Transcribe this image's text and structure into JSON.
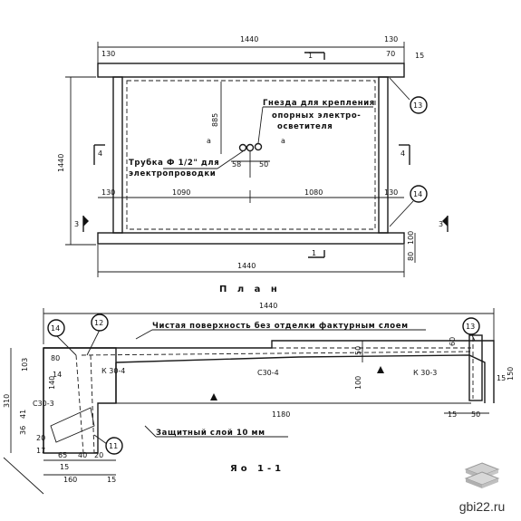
{
  "plan": {
    "dim_top": "1440",
    "dim_total": "1440",
    "dim_height": "1440",
    "dim_130_tl": "130",
    "dim_70_tr": "70",
    "dim_130_tr": "130",
    "dim_15_tr": "15",
    "dim_885": "885",
    "dim_58_left": "58",
    "dim_50_right": "50",
    "dim_1090": "1090",
    "dim_1080": "1080",
    "dim_130_ml": "130",
    "dim_130_mr": "130",
    "dim_100": "100",
    "dim_80": "80",
    "section_1_top": "1",
    "section_1_bottom": "1",
    "section_4_left": "4",
    "section_4_right": "4",
    "section_3_left": "3",
    "section_3_right": "3",
    "a_left": "a",
    "a_right": "a",
    "note_sockets": "Гнезда для крепления",
    "note_fixtures_1": "опорных электро-",
    "note_fixtures_2": "осветителя",
    "note_pipe_1": "Трубка Ф 1/2\" для",
    "note_pipe_2": "электропроводки",
    "title": "П л а н",
    "callout_13": "13",
    "callout_14": "14"
  },
  "section": {
    "dim_top": "1440",
    "note_surface": "Чистая поверхность без отделки фактурным слоем",
    "note_cover": "Защитный слой 10 мм",
    "title": "Яо 1-1",
    "mesh_k30_4_left": "К 30-4",
    "mesh_c30_4": "С30-4",
    "mesh_k30_3": "К 30-3",
    "mesh_c30_3": "С30-3",
    "dim_1180": "1180",
    "dim_50": "50",
    "dim_100": "100",
    "dim_60": "60",
    "dim_15_a": "15",
    "dim_150": "150",
    "dim_15_b": "15",
    "dim_50_b": "50",
    "dim_310": "310",
    "dim_103": "103",
    "dim_80": "80",
    "dim_140": "140",
    "dim_14": "14",
    "dim_36": "36",
    "dim_41": "41",
    "dim_20": "20",
    "dim_17": "17",
    "dim_65": "65",
    "dim_40": "40",
    "dim_20_b": "20",
    "dim_15_c": "15",
    "dim_160": "160",
    "dim_15_d": "15",
    "callout_14": "14",
    "callout_12": "12",
    "callout_13": "13",
    "callout_11": "11"
  },
  "watermark": {
    "logo": "layers-logo-icon",
    "site": "gbi22.ru"
  }
}
